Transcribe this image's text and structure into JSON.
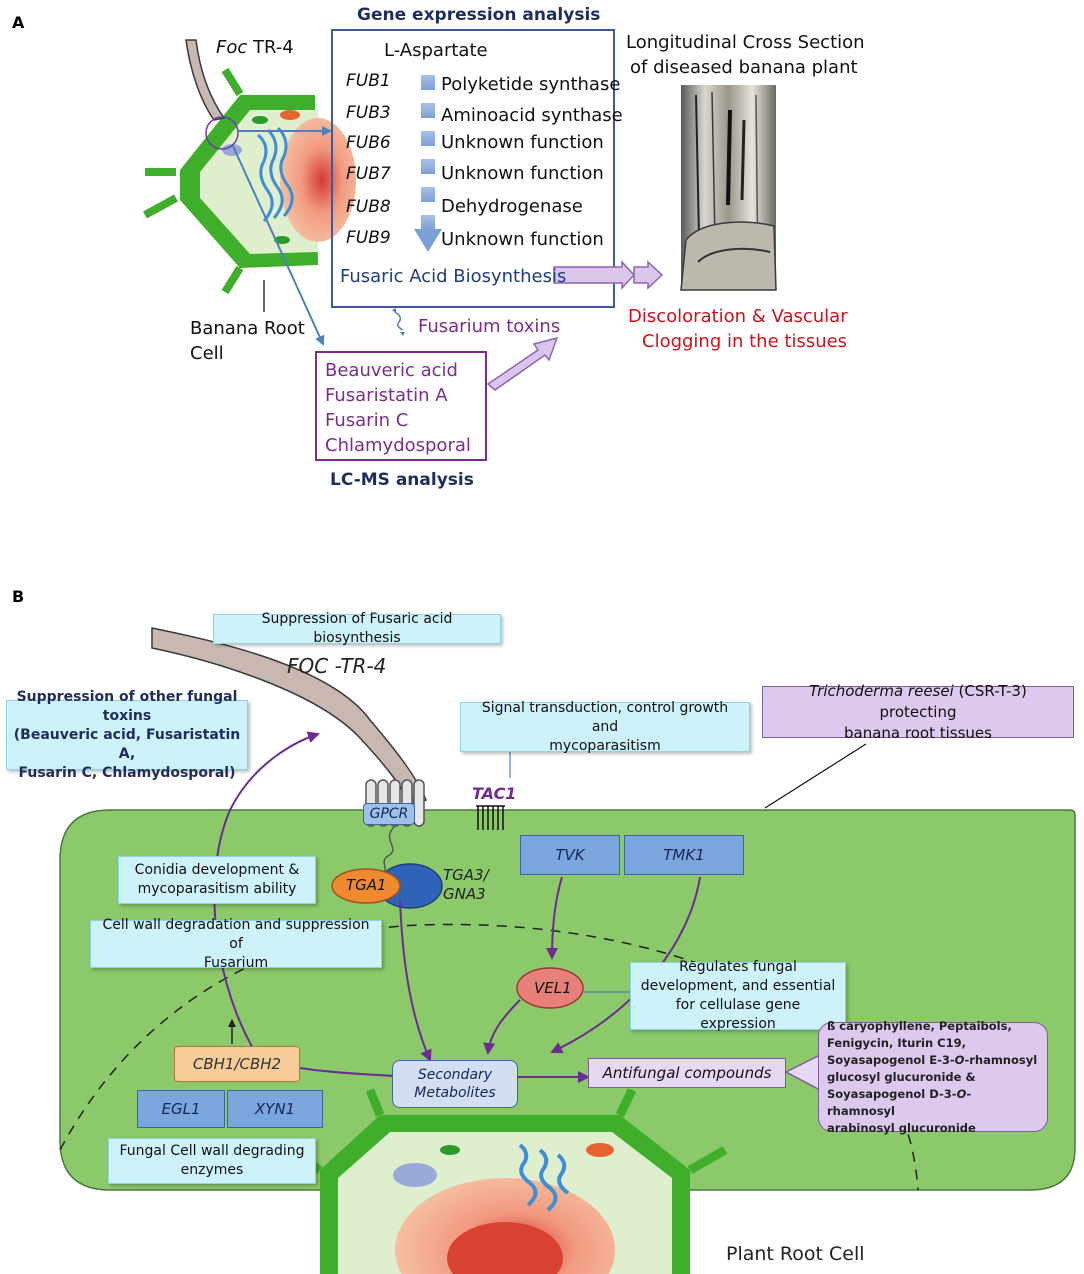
{
  "panel_a": {
    "label": "A",
    "foc_label_italic": "Foc",
    "foc_label_rest": "TR-4",
    "banana_root_line1": "Banana Root",
    "banana_root_line2": "Cell",
    "gene_expression_title": "Gene expression analysis",
    "precursor": "L-Aspartate",
    "genes": [
      {
        "name": "FUB1",
        "function": "Polyketide synthase"
      },
      {
        "name": "FUB3",
        "function": "Aminoacid synthase"
      },
      {
        "name": "FUB6",
        "function": "Unknown function"
      },
      {
        "name": "FUB7",
        "function": "Unknown function"
      },
      {
        "name": "FUB8",
        "function": "Dehydrogenase"
      },
      {
        "name": "FUB9",
        "function": "Unknown function"
      }
    ],
    "biosynthesis": "Fusaric Acid Biosynthesis",
    "cross_section_line1": "Longitudinal Cross Section",
    "cross_section_line2": "of diseased banana plant",
    "discoloration_line1": "Discoloration & Vascular",
    "discoloration_line2": "Clogging in the tissues",
    "fusarium_toxins": "Fusarium toxins",
    "toxins": [
      "Beauveric acid",
      "Fusaristatin A",
      "Fusarin C",
      "Chlamydosporal"
    ],
    "lcms_title": "LC-MS analysis"
  },
  "panel_b": {
    "label": "B",
    "suppression_fusaric": "Suppression of Fusaric acid biosynthesis",
    "foc_label": "FOC -TR-4",
    "suppression_other_line1": "Suppression of other fungal toxins",
    "suppression_other_line2": "(Beauveric acid, Fusaristatin A,",
    "suppression_other_line3": "Fusarin C, Chlamydosporal)",
    "signal_line1": "Signal transduction, control growth and",
    "signal_line2": "mycoparasitism",
    "trichoderma_italic": "Trichoderma reesei",
    "trichoderma_rest": " (CSR-T-3) protecting",
    "trichoderma_line2": "banana root tissues",
    "gpcr": "GPCR",
    "tac1": "TAC1",
    "tvk": "TVK",
    "tmk1": "TMK1",
    "conidia_line1": "Conidia development &",
    "conidia_line2": "mycoparasitism ability",
    "tga1": "TGA1",
    "tga3_line1": "TGA3/",
    "tga3_line2": "GNA3",
    "cellwall_line1": "Cell wall degradation and suppression of",
    "cellwall_line2": "Fusarium",
    "vel1": "VEL1",
    "regulates_line1": "Regulates fungal",
    "regulates_line2": "development, and essential",
    "regulates_line3": "for cellulase gene expression",
    "cbh": "CBH1/CBH2",
    "secondary_line1": "Secondary",
    "secondary_line2": "Metabolites",
    "antifungal": "Antifungal compounds",
    "compounds_line1": "ß caryophyllene, Peptaibols,",
    "compounds_line2": "Fenigycin, Iturin C19,",
    "compounds_line3a": "Soyasapogenol E-3-",
    "compounds_line3b": "O",
    "compounds_line3c": "-rhamnosyl",
    "compounds_line4": "glucosyl glucuronide &",
    "compounds_line5a": "Soyasapogenol D-3-",
    "compounds_line5b": "O",
    "compounds_line5c": "-rhamnosyl",
    "compounds_line6": "arabinosyl glucuronide",
    "egl1": "EGL1",
    "xyn1": "XYN1",
    "fungal_enzymes_line1": "Fungal Cell wall degrading",
    "fungal_enzymes_line2": "enzymes",
    "plant_root_cell": "Plant Root Cell"
  },
  "colors": {
    "cell_wall_green": "#3fae2a",
    "cytoplasm_green": "#8bc96a",
    "navy_text": "#1f2d5c",
    "toxin_purple": "#7a2d8e",
    "alert_red": "#d0101a",
    "arrow_blue": "#4f7fbf",
    "pathway_purple": "#6b2d8f",
    "cyan_box": "#cdf2fa",
    "lavender_box": "#ddc9ee"
  }
}
